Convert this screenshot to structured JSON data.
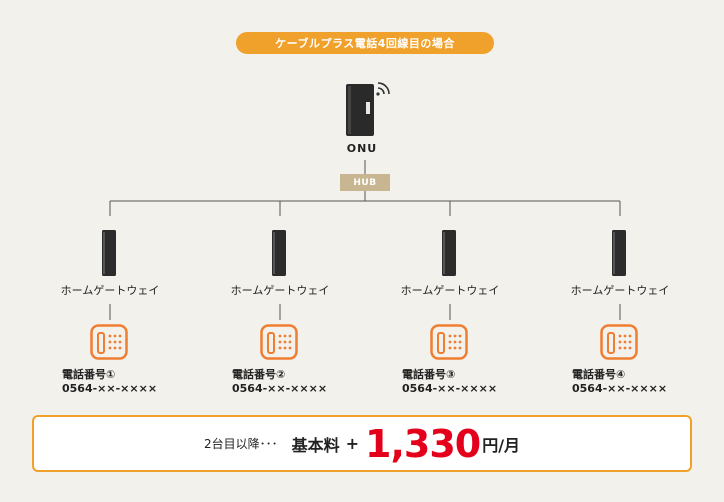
{
  "title": "ケーブルプラス電話4回線目の場合",
  "onu": {
    "label": "ONU",
    "icon": "wifi-router-icon"
  },
  "hub": {
    "label": "HUB"
  },
  "devices": [
    {
      "gateway_label": "ホームゲートウェイ",
      "tel_label": "電話番号①",
      "tel_number": "0564-××-××××"
    },
    {
      "gateway_label": "ホームゲートウェイ",
      "tel_label": "電話番号②",
      "tel_number": "0564-××-××××"
    },
    {
      "gateway_label": "ホームゲートウェイ",
      "tel_label": "電話番号③",
      "tel_number": "0564-××-××××"
    },
    {
      "gateway_label": "ホームゲートウェイ",
      "tel_label": "電話番号④",
      "tel_number": "0564-××-××××"
    }
  ],
  "price": {
    "lead": "2台目以降･･･",
    "base": "基本料",
    "plus": "+",
    "amount": "1,330",
    "unit": "円/月"
  },
  "colors": {
    "accent": "#f0a12c",
    "phone": "#ef7d32",
    "hub": "#c8b591",
    "price": "#e4001b"
  }
}
